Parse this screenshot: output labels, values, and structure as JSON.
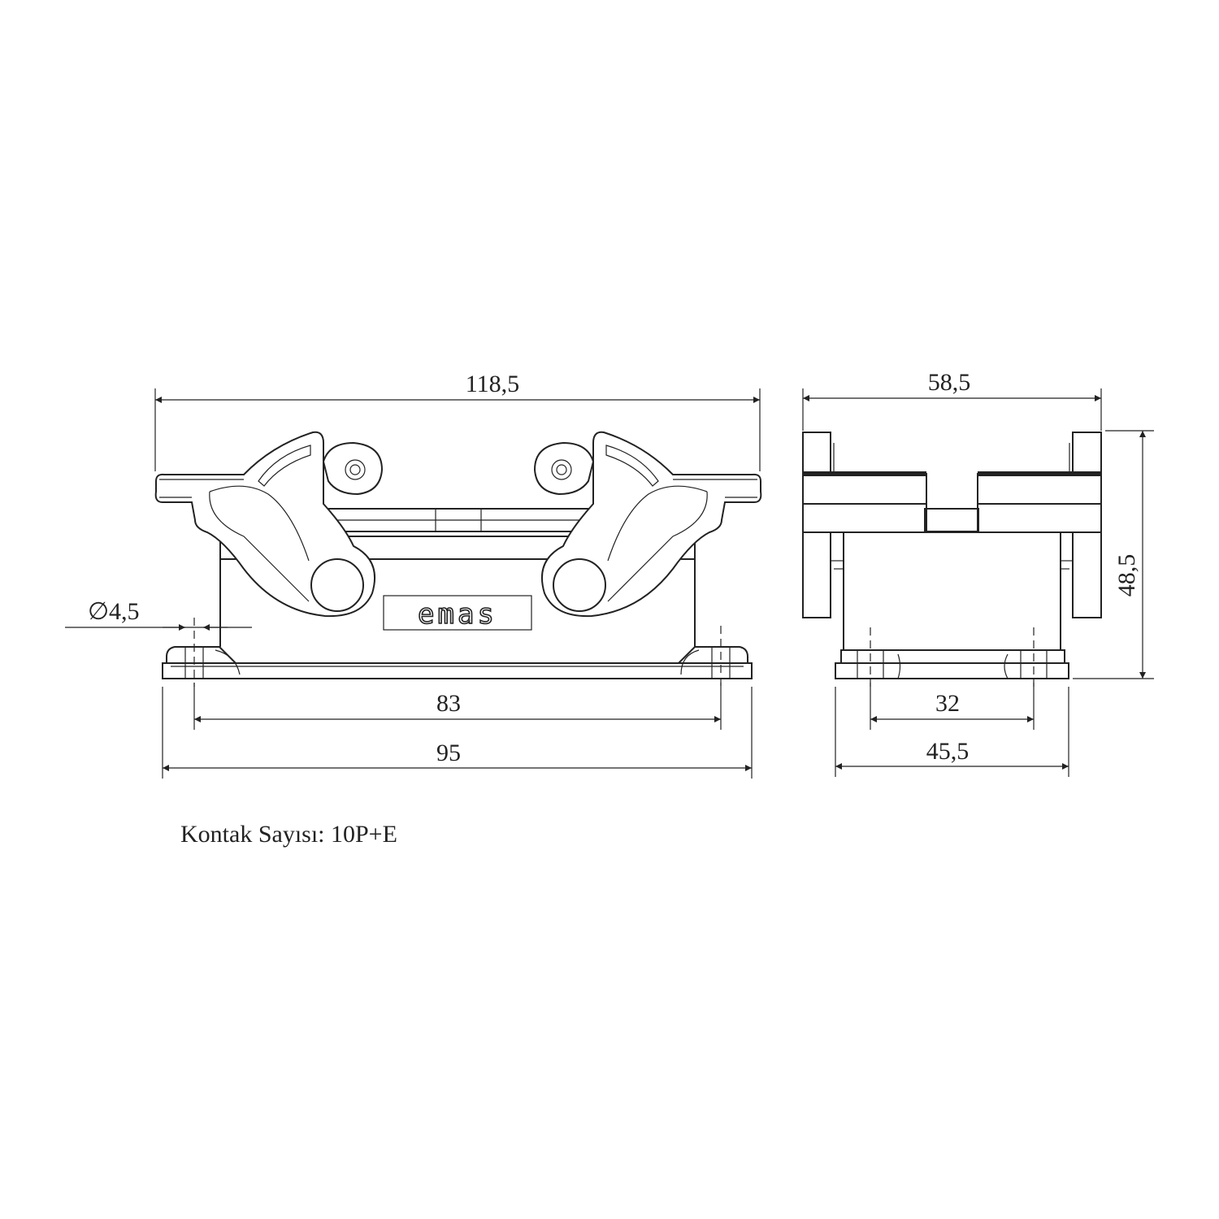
{
  "dimensions": {
    "front_overall_width": "118,5",
    "front_mounting_hole_spacing": "83",
    "front_base_width": "95",
    "hole_diameter": "4,5",
    "side_overall_width": "58,5",
    "side_height": "48,5",
    "side_mounting_hole_spacing": "32",
    "side_base_width": "45,5"
  },
  "logo": {
    "text": "emas"
  },
  "caption": {
    "text": "Kontak Sayısı: 10P+E"
  }
}
